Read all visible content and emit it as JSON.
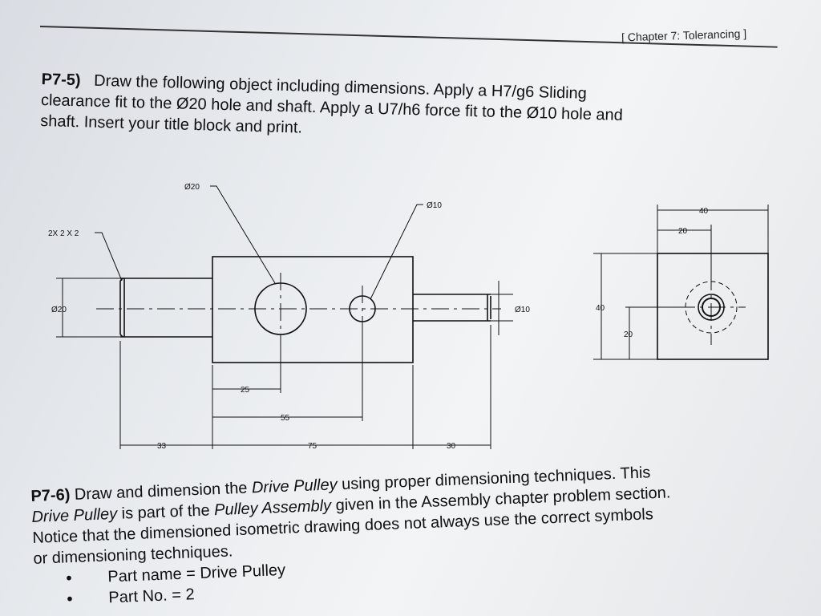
{
  "header": {
    "chapter": "[ Chapter 7:  Tolerancing ]"
  },
  "p75": {
    "number": "P7-5)",
    "line1": "Draw the following object including dimensions. Apply a H7/g6 Sliding",
    "line2": "clearance fit to the Ø20 hole and shaft. Apply a U7/h6 force fit to the Ø10 hole and",
    "line3": "shaft. Insert your title block and print."
  },
  "drawing": {
    "dia20_top": "Ø20",
    "dia10_top": "Ø10",
    "chamfer": "2X 2 X 2",
    "dia20_left": "Ø20",
    "dia10_right": "Ø10",
    "dim25": "25",
    "dim55": "55",
    "dim33": "33",
    "dim75": "75",
    "dim30": "30",
    "dim40_top": "40",
    "dim20_top": "20",
    "dim40_side": "40",
    "dim20_side": "20"
  },
  "p76": {
    "number": "P7-6)",
    "line1_a": "Draw and dimension the ",
    "line1_b": "Drive Pulley",
    "line1_c": " using proper dimensioning techniques. This",
    "line2_a": "Drive Pulley",
    "line2_b": " is part of the ",
    "line2_c": "Pulley Assembly",
    "line2_d": " given in the Assembly chapter problem section.",
    "line3": "Notice that the dimensioned isometric drawing does not always use the correct symbols",
    "line4": "or dimensioning techniques.",
    "bullet1": "Part name = Drive Pulley",
    "bullet2": "Part No. = 2"
  }
}
